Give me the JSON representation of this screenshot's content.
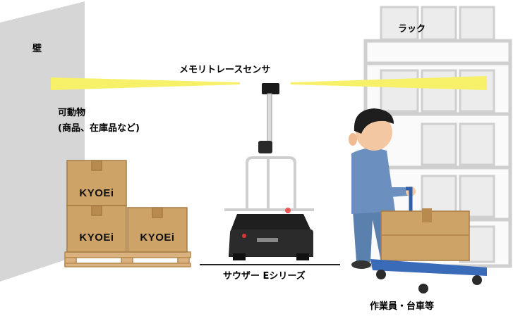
{
  "labels": {
    "wall": "壁",
    "rack": "ラック",
    "sensor": "メモリトレースセンサ",
    "movable_line1": "可動物",
    "movable_line2": "(商品、在庫品など)",
    "robot": "サウザー Eシリーズ",
    "worker": "作業員・台車等"
  },
  "boxes": {
    "brand": "KYOEi"
  },
  "colors": {
    "wall": "#d6d6d6",
    "beam": "#f6f169",
    "box": "#cda367",
    "box_dark": "#b88a4e",
    "pallet": "#d9b27f",
    "rack": "#d4d4d4",
    "worker_uniform": "#5f86b5",
    "cart": "#2f5fa8"
  }
}
